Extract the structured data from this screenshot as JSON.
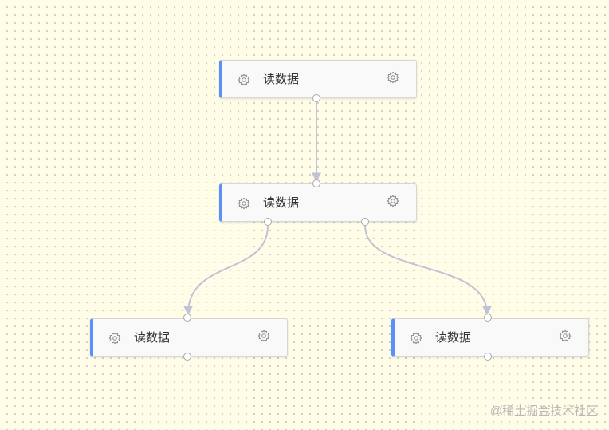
{
  "nodes": [
    {
      "id": "n1",
      "label": "读数据",
      "left_icon": "gear-icon",
      "right_icon": "gear-icon"
    },
    {
      "id": "n2",
      "label": "读数据",
      "left_icon": "gear-icon",
      "right_icon": "gear-icon"
    },
    {
      "id": "n3",
      "label": "读数据",
      "left_icon": "gear-icon",
      "right_icon": "gear-icon"
    },
    {
      "id": "n4",
      "label": "读数据",
      "left_icon": "gear-icon",
      "right_icon": "gear-icon"
    }
  ],
  "edges": [
    {
      "from": "n1",
      "to": "n2"
    },
    {
      "from": "n2",
      "to": "n3"
    },
    {
      "from": "n2",
      "to": "n4"
    }
  ],
  "colors": {
    "node_accent": "#5b8ff9",
    "edge": "#c2c2d6",
    "canvas_background": "#fffde8"
  },
  "watermark": "@稀土掘金技术社区"
}
